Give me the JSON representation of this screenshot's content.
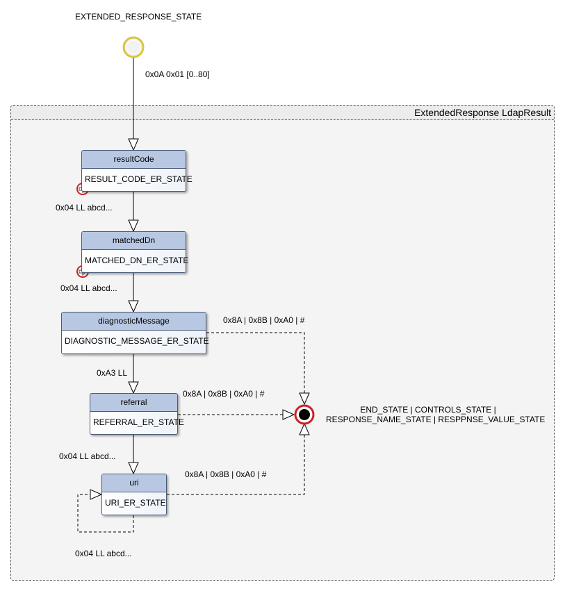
{
  "diagram": {
    "initial_label": "EXTENDED_RESPONSE_STATE",
    "initial_transition": "0x0A 0x01 [0..80]",
    "region_title": "ExtendedResponse LdapResult",
    "states": [
      {
        "name": "resultCode",
        "sub": "RESULT_CODE_ER_STATE"
      },
      {
        "name": "matchedDn",
        "sub": "MATCHED_DN_ER_STATE"
      },
      {
        "name": "diagnosticMessage",
        "sub": "DIAGNOSTIC_MESSAGE_ER_STATE"
      },
      {
        "name": "referral",
        "sub": "REFERRAL_ER_STATE"
      },
      {
        "name": "uri",
        "sub": "URI_ER_STATE"
      }
    ],
    "transitions": {
      "result_to_matched": "0x04 LL abcd...",
      "matched_to_diag": "0x04 LL abcd...",
      "diag_to_referral": "0xA3 LL",
      "referral_to_uri": "0x04 LL abcd...",
      "uri_self": "0x04 LL abcd...",
      "diag_to_end": "0x8A | 0x8B | 0xA0 | #",
      "referral_to_end": "0x8A | 0x8B | 0xA0 | #",
      "uri_to_end": "0x8A | 0x8B | 0xA0 | #"
    },
    "end_label_line1": "END_STATE | CONTROLS_STATE |",
    "end_label_line2": "RESPONSE_NAME_STATE | RESPPNSE_VALUE_STATE"
  }
}
